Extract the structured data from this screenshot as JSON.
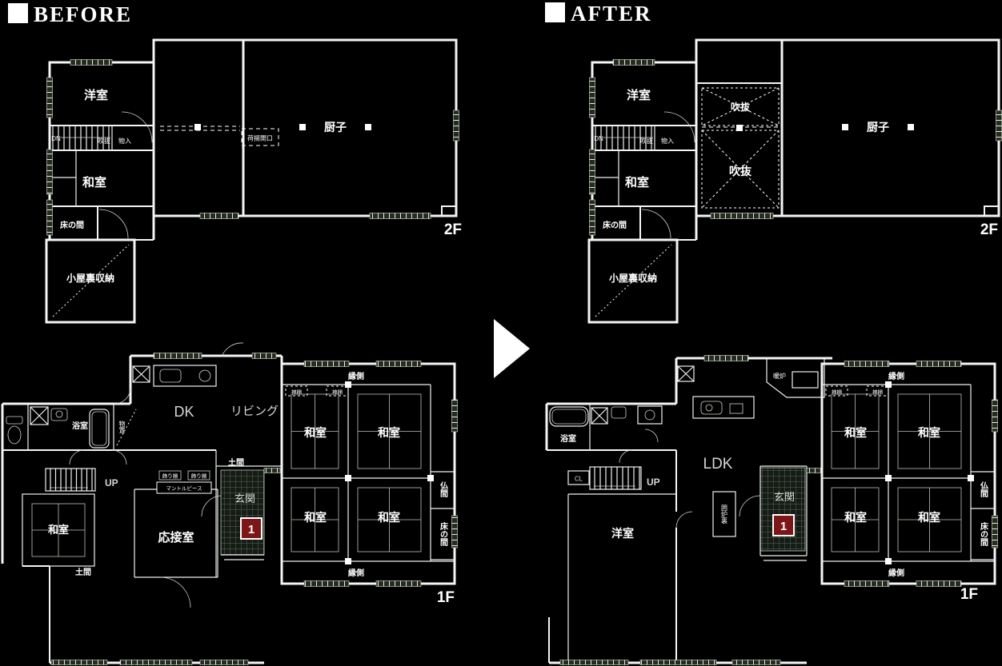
{
  "header": {
    "before_title": "BEFORE",
    "after_title": "AFTER"
  },
  "colors": {
    "background": "#000000",
    "line": "#f5f5f5",
    "window_fill": "#232c1e",
    "tile_line": "#5a675a",
    "badge_red": "#7d1616",
    "text_gray": "#d6d6d6"
  },
  "arrow": {
    "icon": "right-triangle"
  },
  "b2f": {
    "floor": "2F",
    "yoshitsu": "洋室",
    "dn": "DN",
    "stair_void": "吹抜",
    "monoire": "物入",
    "washitsu": "和室",
    "tokonoma": "床の間",
    "koyaura": "小屋裏収納",
    "zushi": "厨子",
    "lift_hatch": "荷揚開口"
  },
  "b1f": {
    "floor": "1F",
    "dk": "DK",
    "living": "リビング",
    "bath": "浴室",
    "monooki": "物置",
    "up": "UP",
    "washitsu_small": "和室",
    "doma": "土間",
    "doma_top": "土間",
    "osetsu": "応接室",
    "mantle": "マントルピース",
    "shelf1": "飾り棚",
    "shelf2": "飾り棚",
    "genkan": "玄関",
    "badge": "1",
    "engawa_top": "縁側",
    "engawa_bottom": "縁側",
    "kamidana1": "神棚",
    "kamidana2": "神棚",
    "washitsu_nw": "和室",
    "washitsu_ne": "和室",
    "washitsu_sw": "和室",
    "washitsu_se": "和室",
    "butsuma": "仏間",
    "tokonoma": "床の間"
  },
  "a2f": {
    "floor": "2F",
    "yoshitsu": "洋室",
    "dn": "DN",
    "stair_void": "吹抜",
    "monoire": "物入",
    "washitsu": "和室",
    "tokonoma": "床の間",
    "koyaura": "小屋裏収納",
    "void_upper": "吹抜",
    "void_lower": "吹抜",
    "zushi": "厨子"
  },
  "a1f": {
    "floor": "1F",
    "bath": "浴室",
    "cl": "CL",
    "up": "UP",
    "yoshitsu": "洋室",
    "ldk": "LDK",
    "irori": "囲炉裏",
    "danro": "暖炉",
    "genkan": "玄関",
    "badge": "1",
    "engawa_top": "縁側",
    "engawa_bottom": "縁側",
    "kamidana1": "神棚",
    "kamidana2": "神棚",
    "washitsu_nw": "和室",
    "washitsu_ne": "和室",
    "washitsu_sw": "和室",
    "washitsu_se": "和室",
    "butsuma": "仏間",
    "tokonoma": "床の間"
  }
}
